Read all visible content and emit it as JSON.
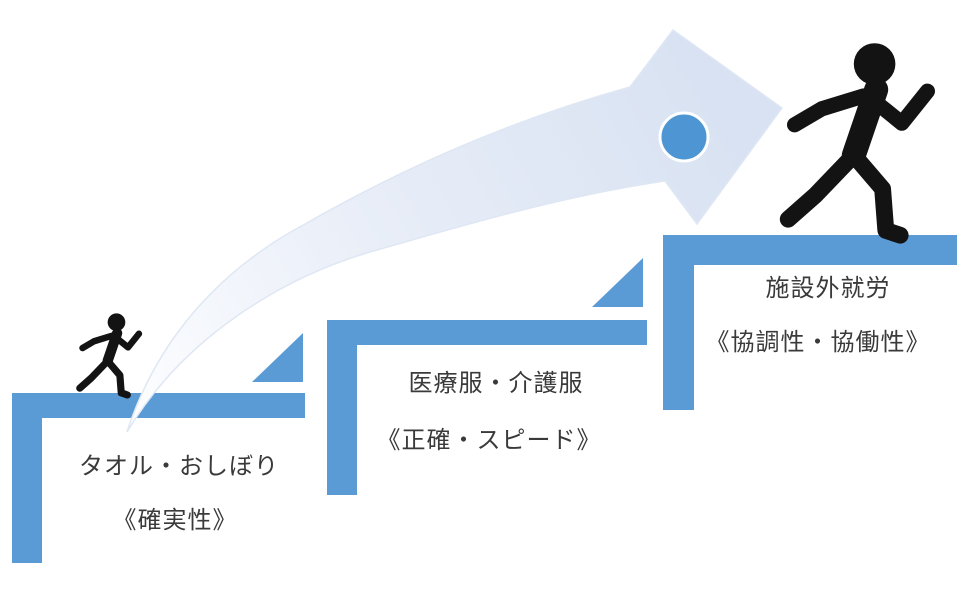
{
  "steps": [
    {
      "label": "タオル・おしぼり",
      "trait": "《確実性》"
    },
    {
      "label": "医療服・介護服",
      "trait": "《正確・スピード》"
    },
    {
      "label": "施設外就労",
      "trait": "《協調性・協働性》"
    }
  ],
  "icons": {
    "arrow": "curved-growth-arrow",
    "dot": "milestone-dot",
    "runner_small": "running-person-small",
    "runner_large": "running-person-large"
  },
  "colors": {
    "step_blue": "#5b9bd5",
    "arrow_tail": "#fdfeff",
    "arrow_mid": "#e9eef8",
    "arrow_head": "#d8e2f2",
    "arrow_edge": "#dfe7f4",
    "dot_blue": "#4e96d3",
    "dot_ring": "#ffffff",
    "figure_black": "#131313",
    "text": "#3a3a3a",
    "background": "#ffffff"
  }
}
